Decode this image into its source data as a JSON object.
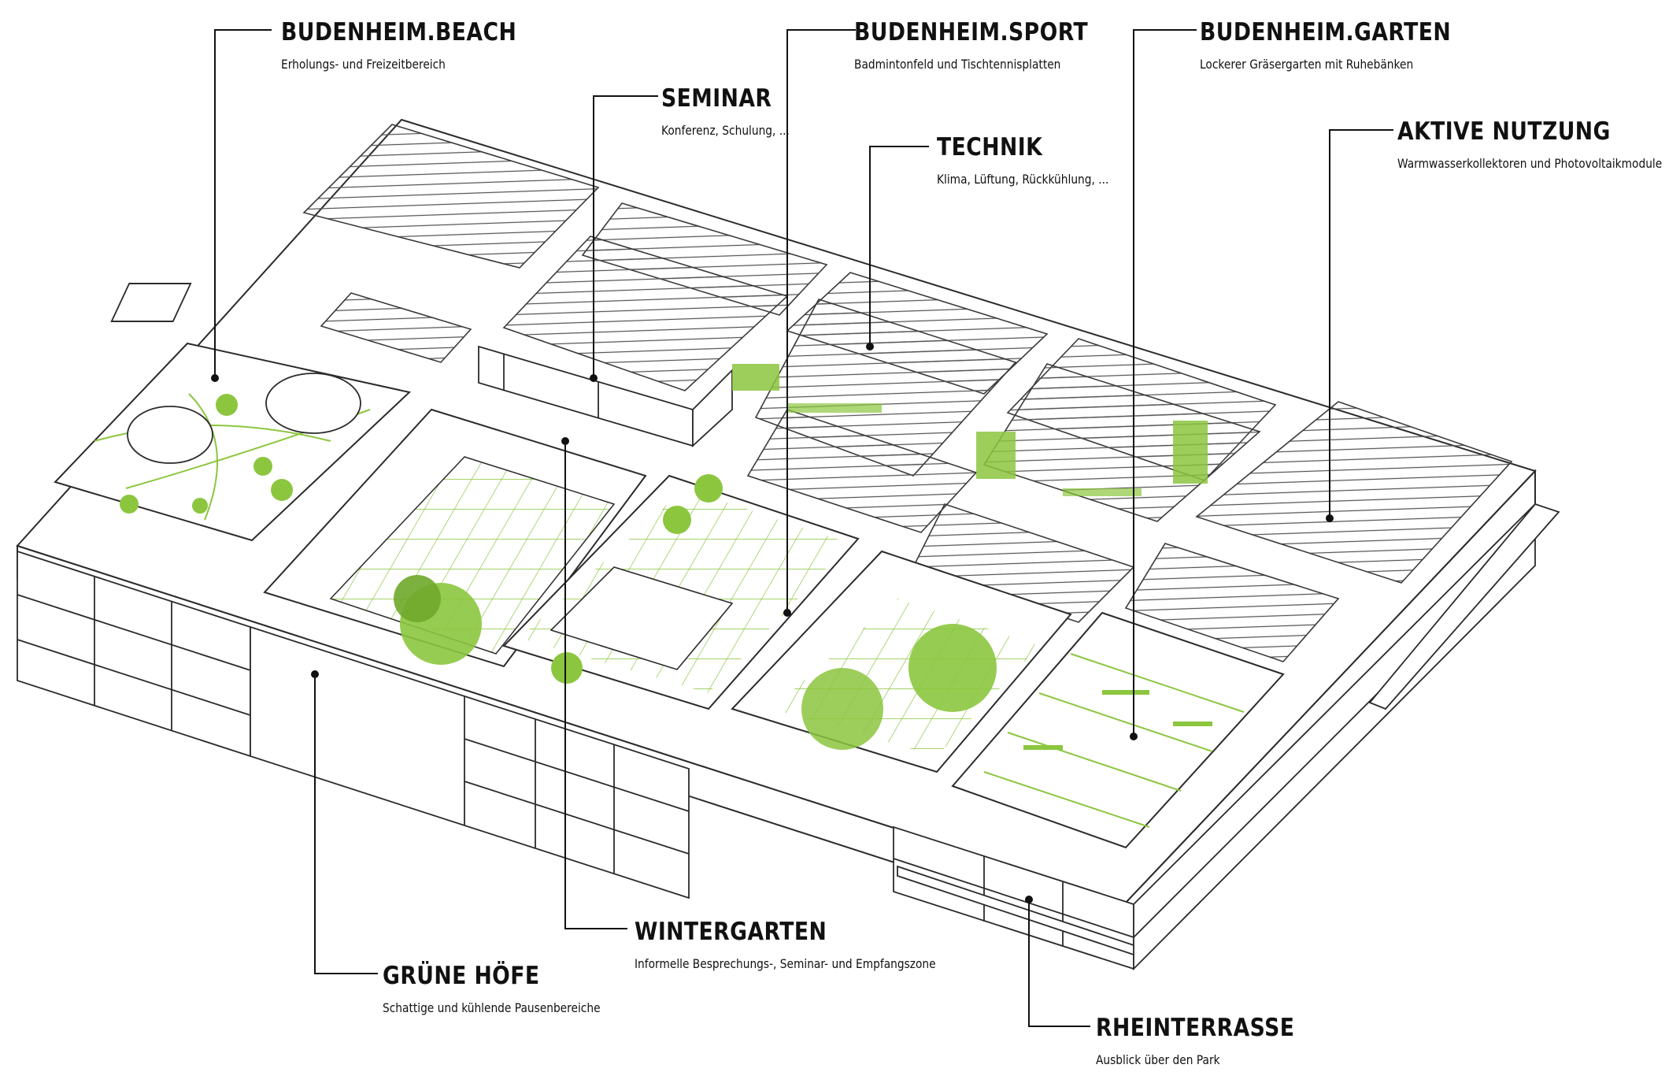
{
  "labels": {
    "beach": {
      "title": "BUDENHEIM.BEACH",
      "sub": "Erholungs- und Freizeitbereich"
    },
    "seminar": {
      "title": "SEMINAR",
      "sub": "Konferenz, Schulung, ..."
    },
    "sport": {
      "title": "BUDENHEIM.SPORT",
      "sub": "Badmintonfeld und Tischtennisplatten"
    },
    "technik": {
      "title": "TECHNIK",
      "sub": "Klima, Lüftung, Rückkühlung, ..."
    },
    "garten": {
      "title": "BUDENHEIM.GARTEN",
      "sub": "Lockerer Gräsergarten mit Ruhebänken"
    },
    "aktive": {
      "title": "AKTIVE NUTZUNG",
      "sub": "Warmwasserkollektoren und Photovoltaikmodule"
    },
    "winter": {
      "title": "WINTERGARTEN",
      "sub": "Informelle Besprechungs-, Seminar- und Empfangszone"
    },
    "gruene": {
      "title": "GRÜNE HÖFE",
      "sub": "Schattige und kühlende Pausenbereiche"
    },
    "rhein": {
      "title": "RHEINTERRASSE",
      "sub": "Ausblick über den Park"
    }
  },
  "colors": {
    "line": "#2b2b2b",
    "green": "#8cc63f",
    "green_dark": "#6fa82a",
    "white": "#ffffff"
  }
}
